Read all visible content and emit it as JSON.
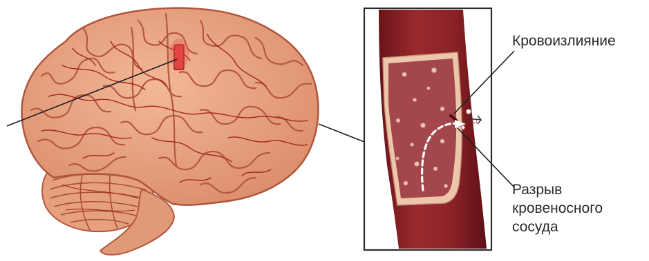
{
  "labels": {
    "hemorrhage": "Кровоизлияние",
    "rupture_lines": [
      "Разрыв",
      "кровеносного",
      "сосуда"
    ]
  },
  "colors": {
    "brain_fill": "#e8a080",
    "brain_gyri": "#b75a42",
    "brain_vessels": "#a82a24",
    "vessel_wall": "#8e2226",
    "vessel_wall_dark": "#6e161b",
    "vessel_lumen": "#a2464c",
    "vessel_inner_wall": "#e7c3a8",
    "lesion": "#e23a3a",
    "frame": "#2b2b2b",
    "leader_line": "#222222",
    "label_text": "#2a2a2a"
  },
  "icons": [
    "brain-illustration",
    "blood-vessel-cross-section"
  ]
}
